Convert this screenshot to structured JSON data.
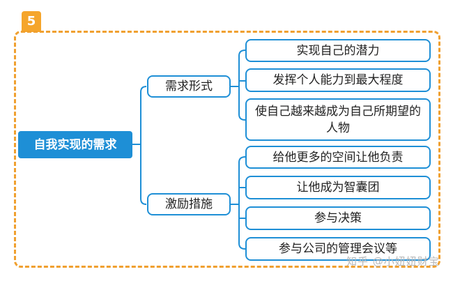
{
  "badge": {
    "number": "5"
  },
  "root": {
    "label": "自我实现的需求"
  },
  "branches": [
    {
      "label": "需求形式",
      "items": [
        "实现自己的潜力",
        "发挥个人能力到最大程度",
        "使自己越来越成为自己所期望的人物"
      ]
    },
    {
      "label": "激励措施",
      "items": [
        "给他更多的空间让他负责",
        "让他成为智囊团",
        "参与决策",
        "参与公司的管理会议等"
      ]
    }
  ],
  "watermark": "知乎 @小妞妞财宝",
  "colors": {
    "accent_blue": "#1e8fd6",
    "frame_orange": "#f0a030",
    "badge_orange": "#f5a52b"
  }
}
